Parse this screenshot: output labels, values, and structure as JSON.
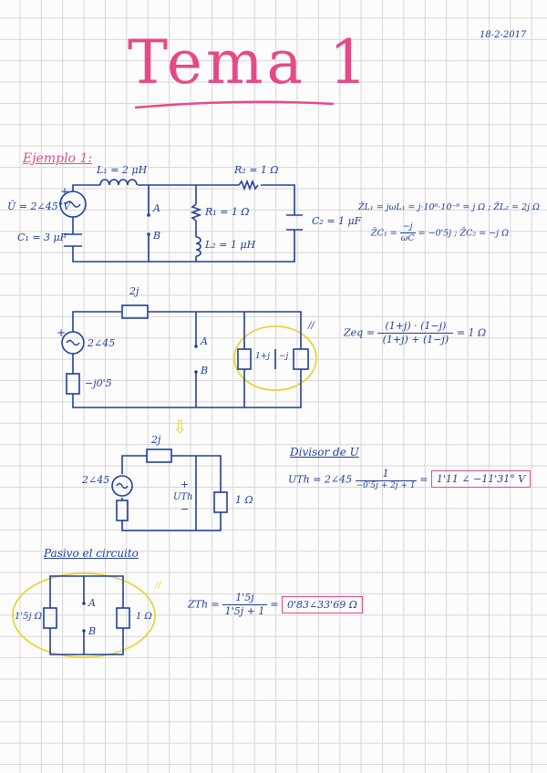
{
  "date": "18-2-2017",
  "title": "Tema 1",
  "example_label": "Ejemplo 1:",
  "circuit1": {
    "source_label": "Ū = 2∠45°V",
    "c1_label": "C₁ = 3 μF",
    "l1_label": "L₁ = 2 μH",
    "r2_label": "R₂ = 1 Ω",
    "r1_label": "R₁ = 1 Ω",
    "l2_label": "L₂ = 1 μH",
    "c2_label": "C₂ = 1 μF",
    "node_a": "A",
    "node_b": "B",
    "plus": "+"
  },
  "impedances": {
    "line1": "Z̄L₁ = jωL₁ = j·10⁶·10⁻⁶ = j Ω ;  Z̄L₂ = 2j Ω",
    "zc1_prefix": "Z̄C₁ =",
    "zc1_num": "−j",
    "zc1_den": "ωC",
    "zc1_suffix": "= −0'5j ;  Z̄C₂ = −j Ω"
  },
  "circuit2": {
    "source_label": "2∠45",
    "series_label": "2j",
    "c1_label": "−j0'5",
    "box_label": "1+j",
    "box2_label": "−j",
    "node_a": "A",
    "node_b": "B",
    "plus": "+",
    "parallel_mark": "//"
  },
  "zeq": {
    "label": "Zeq =",
    "num": "(1+j) · (1−j)",
    "den": "(1+j) + (1−j)",
    "result": "= 1 Ω"
  },
  "arrow": "⇩",
  "circuit3": {
    "source_label": "2∠45",
    "series_label": "2j",
    "vth_label": "UTh",
    "r_label": "1 Ω",
    "plus": "+",
    "minus": "−"
  },
  "divider": {
    "heading": "Divisor de U",
    "lhs": "UTh = 2∠45",
    "num": "1",
    "den": "−0'5j + 2j + 1",
    "result": "1'11 ∠ −11'31° V"
  },
  "section2": {
    "heading": "Pasivo el circuito",
    "left_label": "1'5j Ω",
    "right_label": "1 Ω",
    "node_a": "A",
    "node_b": "B",
    "parallel_mark": "//"
  },
  "zth": {
    "label": "ZTh =",
    "num": "1'5j",
    "den": "1'5j + 1",
    "result": "0'83∠33'69 Ω"
  },
  "colors": {
    "ink": "#1f3f9b",
    "accent": "#e64a86",
    "highlight": "#e8d43a",
    "grid": "#d6d6d6"
  }
}
